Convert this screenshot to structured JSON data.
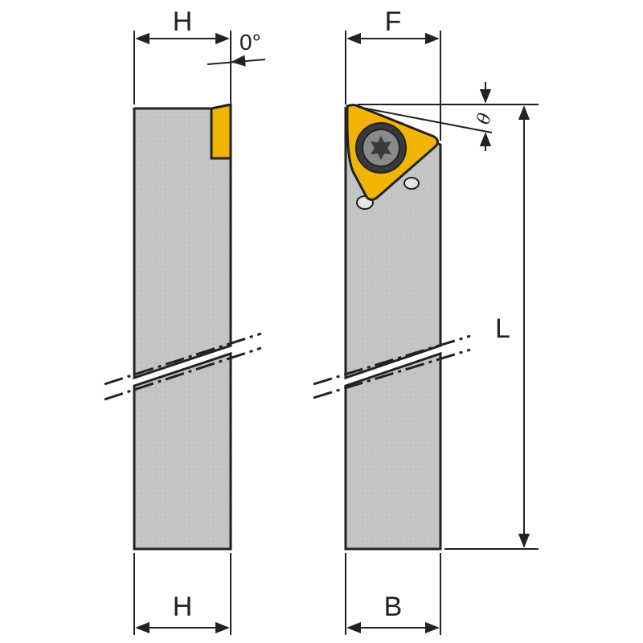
{
  "labels": {
    "left_top_width": "H",
    "left_angle": "0°",
    "left_bottom_width": "H",
    "right_top_width": "F",
    "right_angle": "θ",
    "right_length": "L",
    "right_bottom_width": "B"
  },
  "colors": {
    "shank": "#c4c4c4",
    "insert": "#f2b400",
    "outline": "#222222",
    "screw": "#3a3a3a"
  },
  "icons": {
    "insert_screw": "torx-screw-icon"
  }
}
